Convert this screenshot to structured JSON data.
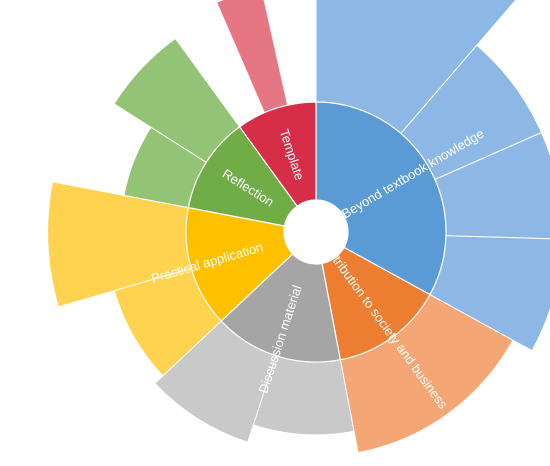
{
  "chart_data": {
    "type": "sunburst",
    "title": "",
    "categories": [
      {
        "label": "Beyond textbook knowledge",
        "value": 33,
        "color": "#5B9BD5",
        "outer_color": "#8DB8E6",
        "children": [
          {
            "value": 2.4,
            "depth": 1.0
          },
          {
            "value": 1.5,
            "depth": 0.64
          },
          {
            "value": 1.5,
            "depth": 0.64
          },
          {
            "value": 1.6,
            "depth": 0.64
          }
        ]
      },
      {
        "label": "Contribution to society and business",
        "value": 14,
        "color": "#ED7D31",
        "outer_color": "#F4A774",
        "children": [
          {
            "value": 1,
            "depth": 0.52
          }
        ]
      },
      {
        "label": "Discussion material",
        "value": 16,
        "color": "#A5A5A5",
        "outer_color": "#C9C9C9",
        "children": [
          {
            "value": 1,
            "depth": 0.4
          },
          {
            "value": 1,
            "depth": 0.5
          }
        ]
      },
      {
        "label": "Practical application",
        "value": 15,
        "color": "#FFC000",
        "outer_color": "#FFD250",
        "children": [
          {
            "value": 1,
            "depth": 0.44
          },
          {
            "value": 1,
            "depth": 0.76
          }
        ]
      },
      {
        "label": "Reflection",
        "value": 12,
        "color": "#70AD47",
        "outer_color": "#93C375",
        "children": [
          {
            "value": 1,
            "depth": 0.36
          },
          {
            "value": 1,
            "depth": 0.6
          }
        ]
      },
      {
        "label": "Template",
        "value": 10,
        "color": "#D72E47",
        "outer_color": "#E67683",
        "children": [
          {
            "value": 1,
            "depth": 0.66,
            "share": 0.3
          }
        ]
      }
    ]
  }
}
